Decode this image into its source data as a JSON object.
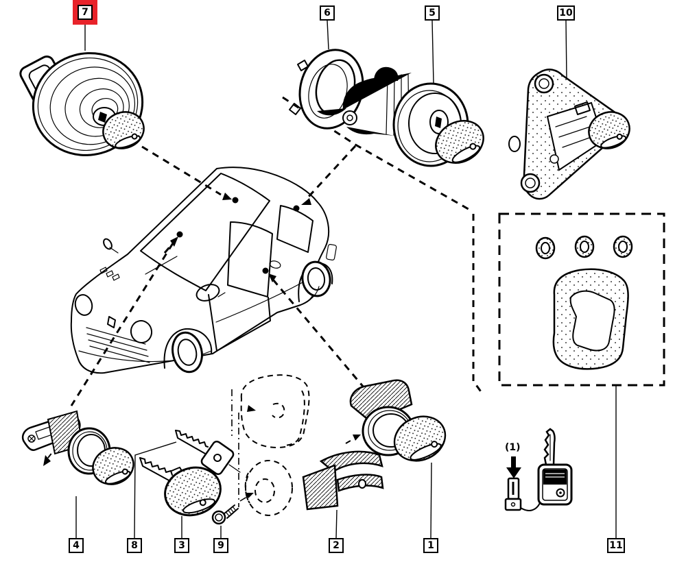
{
  "title": "vehicle-locks-exploded-diagram",
  "colors": {
    "background": "#ffffff",
    "ink": "#000000",
    "highlight": "#e8232a"
  },
  "selected_callout": "7",
  "callouts": {
    "c7": {
      "label": "7",
      "highlighted": true
    },
    "c6": {
      "label": "6",
      "highlighted": false
    },
    "c5": {
      "label": "5",
      "highlighted": false
    },
    "c10": {
      "label": "10",
      "highlighted": false
    },
    "c4": {
      "label": "4",
      "highlighted": false
    },
    "c8": {
      "label": "8",
      "highlighted": false
    },
    "c3": {
      "label": "3",
      "highlighted": false
    },
    "c9": {
      "label": "9",
      "highlighted": false
    },
    "c2": {
      "label": "2",
      "highlighted": false
    },
    "c1": {
      "label": "1",
      "highlighted": false
    },
    "c11": {
      "label": "11",
      "highlighted": false
    }
  },
  "annotations": {
    "battery_note": "(1)"
  },
  "parts": {
    "p7": "fuel-filler-cap-lock-with-key",
    "p6": "ignition-surround-ring",
    "p5": "steering-column-ignition-lock-with-key",
    "p10": "tailgate-lock-mounting-plate-with-key",
    "p11": "seals-and-gaskets-kit",
    "p4": "front-door-lock-cylinder-with-key",
    "p8": "key-square-head",
    "p3": "key-round-head",
    "p9": "fixing-screw",
    "p2": "lock-support-bracket",
    "p1": "rear-lock-cylinder-with-key",
    "key_battery": "key-with-transponder-battery",
    "car": "car-three-quarter-view"
  }
}
